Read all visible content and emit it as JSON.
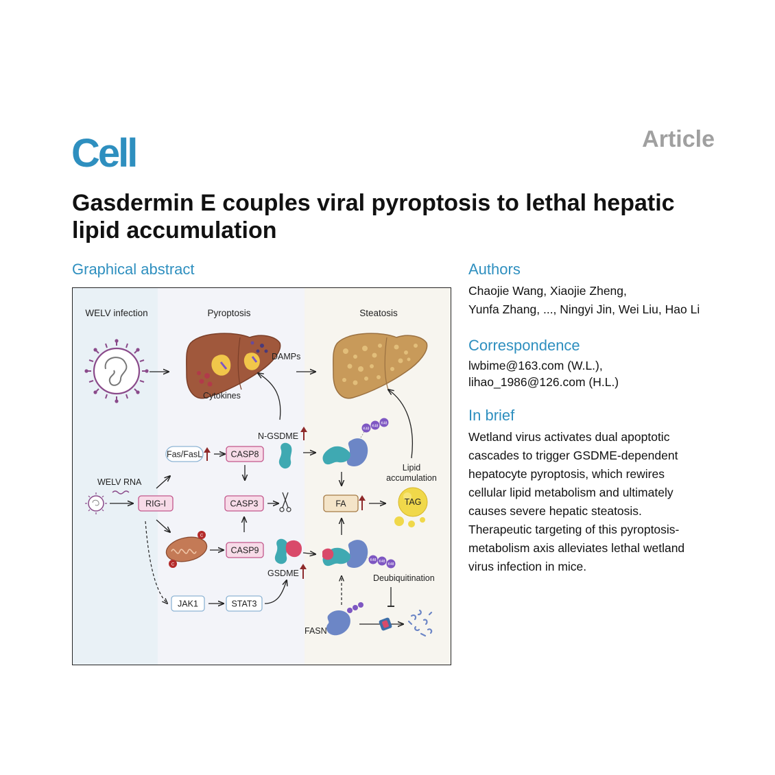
{
  "journal": "Cell",
  "article_type": "Article",
  "title": "Gasdermin E couples viral pyroptosis to lethal hepatic lipid accumulation",
  "graphical_abstract": {
    "heading": "Graphical abstract",
    "panels": [
      "WELV infection",
      "Pyroptosis",
      "Steatosis"
    ],
    "labels": {
      "damps": "DAMPs",
      "cytokines": "Cytokines",
      "n_gsdme": "N-GSDME",
      "gsdme": "GSDME",
      "welv_rna": "WELV RNA",
      "lipid_accumulation_line1": "Lipid",
      "lipid_accumulation_line2": "accumulation",
      "deubiquitination": "Deubiquitination",
      "fasn": "FASN",
      "k48": "K48",
      "c": "C"
    },
    "nodes": {
      "fas": "Fas/FasL",
      "casp8": "CASP8",
      "casp3": "CASP3",
      "casp9": "CASP9",
      "rigi": "RIG-I",
      "jak1": "JAK1",
      "stat3": "STAT3",
      "fa": "FA",
      "tag": "TAG"
    },
    "colors": {
      "panel1_bg": "#e9f1f6",
      "panel2_bg": "#f3f4f9",
      "panel3_bg": "#f7f5ef",
      "pink_box_fill": "#f7dbe8",
      "pink_box_stroke": "#c2568b",
      "blue_box_stroke": "#8db4d4",
      "fa_fill": "#f4e4c8",
      "up_arrow": "#8e2a2a",
      "liver_brown": "#a0583c",
      "liver_fatty": "#c89a5a",
      "tag_yellow": "#f0d84a",
      "teal_protein": "#3fa9b2",
      "blue_protein": "#6c86c6",
      "purple_ubiquitin": "#7e57c2",
      "red_gsdme": "#d94a6a"
    }
  },
  "authors": {
    "heading": "Authors",
    "line1": "Chaojie Wang, Xiaojie Zheng,",
    "line2": "Yunfa Zhang, ..., Ningyi Jin, Wei Liu, Hao Li"
  },
  "correspondence": {
    "heading": "Correspondence",
    "line1": "lwbime@163.com (W.L.),",
    "line2": "lihao_1986@126.com (H.L.)"
  },
  "in_brief": {
    "heading": "In brief",
    "lines": [
      "Wetland virus activates dual apoptotic",
      "cascades to trigger GSDME-dependent",
      "hepatocyte pyroptosis, which rewires",
      "cellular lipid metabolism and ultimately",
      "causes severe hepatic steatosis.",
      "Therapeutic targeting of this pyroptosis-",
      "metabolism axis alleviates lethal wetland",
      "virus infection in mice."
    ]
  }
}
